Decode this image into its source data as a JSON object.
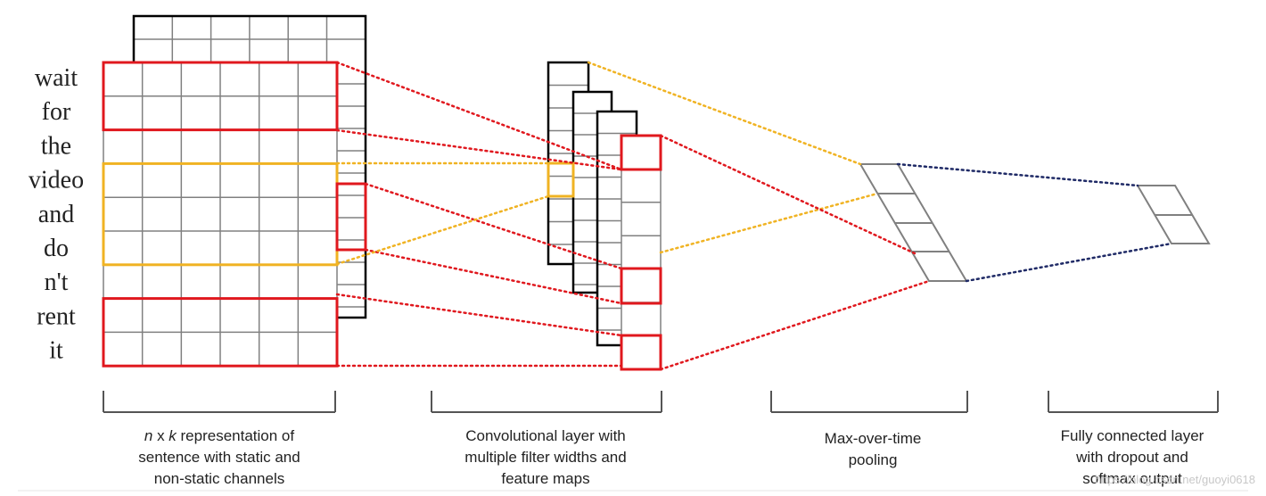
{
  "words": [
    "wait",
    "for",
    "the",
    "video",
    "and",
    "do",
    "n't",
    "rent",
    "it"
  ],
  "captions": [
    {
      "lines": [
        [
          {
            "text": "n",
            "italic": true
          },
          {
            "text": " x "
          },
          {
            "text": "k",
            "italic": true
          },
          {
            "text": " representation of"
          }
        ],
        [
          {
            "text": "sentence with static and"
          }
        ],
        [
          {
            "text": "non-static channels"
          }
        ]
      ]
    },
    {
      "lines": [
        [
          {
            "text": "Convolutional layer with"
          }
        ],
        [
          {
            "text": "multiple filter widths and"
          }
        ],
        [
          {
            "text": "feature maps"
          }
        ]
      ]
    },
    {
      "lines": [
        [
          {
            "text": "Max-over-"
          }
        ],
        [
          {
            "text": "time"
          }
        ],
        [
          {
            "text": "pooling"
          }
        ]
      ]
    },
    {
      "lines": [
        [
          {
            "text": "Fully connected layer"
          }
        ],
        [
          {
            "text": "with dropout and"
          }
        ],
        [
          {
            "text": "softmax output"
          }
        ]
      ]
    }
  ],
  "watermark": "https://blog.csdn.net/guoyi0618",
  "colors": {
    "grid": "#808080",
    "frame": "#000000",
    "red": "#e0181e",
    "yellow": "#f0b323",
    "navy": "#1f2a66",
    "text": "#222222"
  }
}
